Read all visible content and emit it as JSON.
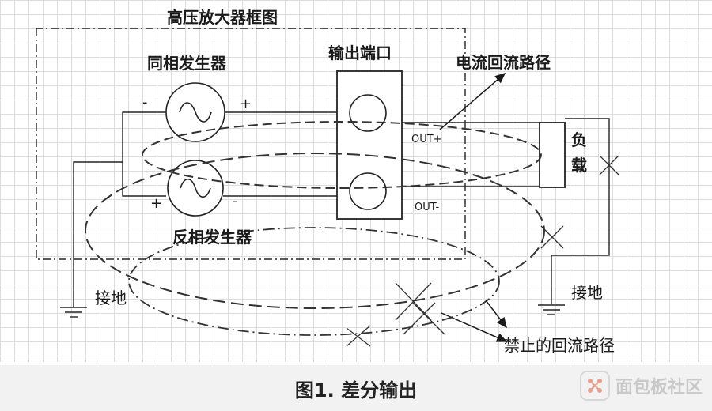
{
  "diagram": {
    "title": "高压放大器框图",
    "generator_inphase": "同相发生器",
    "generator_antiphase": "反相发生器",
    "output_port": "输出端口",
    "return_path": "电流回流路径",
    "out_plus": "OUT+",
    "out_minus": "OUT-",
    "load_line1": "负",
    "load_line2": "载",
    "ground_left": "接地",
    "ground_right": "接地",
    "forbidden_path": "禁止的回流路径",
    "sign_minus": "-",
    "sign_plus": "+"
  },
  "caption": "图1. 差分输出",
  "watermark": {
    "text": "面包板社区"
  }
}
